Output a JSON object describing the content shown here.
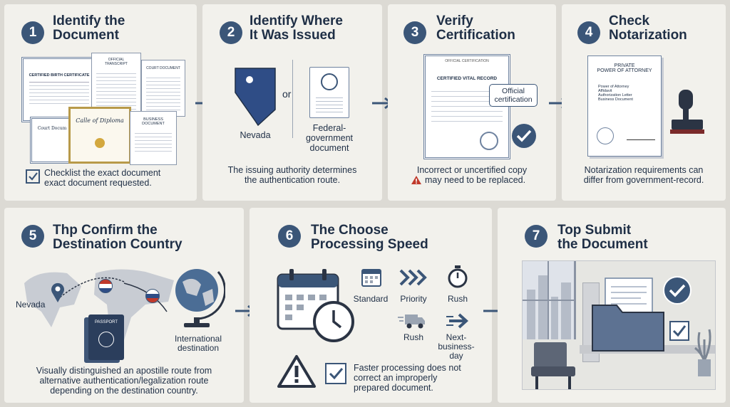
{
  "steps": [
    {
      "number": "1",
      "title_line1": "Identify the",
      "title_line2": "Document",
      "doc_labels": {
        "birth": "CERTIFIED BIRTH CERTIFICATE",
        "transcript_1": "OFFICIAL",
        "transcript_2": "TRANSCRIPT",
        "court": "COURT DOCUMENT",
        "diploma": "Calle of Diploma",
        "court2": "Court Docum",
        "business_1": "BUSINESS",
        "business_2": "DOCUMENT"
      },
      "caption_line1": "Checklist the exact document",
      "caption_line2": "exact document requested."
    },
    {
      "number": "2",
      "title_line1": "Identify Where",
      "title_line2": "It Was Issued",
      "state_label": "Nevada",
      "or_label": "or",
      "federal_line1": "Federal-",
      "federal_line2": "government",
      "federal_line3": "document",
      "caption_line1": "The issuing authority determines",
      "caption_line2": "the authentication route."
    },
    {
      "number": "3",
      "title_line1": "Verify",
      "title_line2": "Certification",
      "record_title": "CERTIFIED VITAL RECORD",
      "record_header": "OFFICIAL CERTIFICATION",
      "badge_line1": "Official",
      "badge_line2": "certification",
      "caption_line1": "Incorrect or uncertified copy",
      "caption_line2": "may need to be replaced."
    },
    {
      "number": "4",
      "title_line1": "Check",
      "title_line2": "Notarization",
      "doc_title1": "PRIVATE",
      "doc_title2": "POWER OF ATTORNEY",
      "doc_items": [
        "Power of Attorney",
        "Affidavit",
        "Authorization Letter",
        "Business Document"
      ],
      "caption_line1": "Notarization requirements can",
      "caption_line2": "differ from government-record."
    },
    {
      "number": "5",
      "title_line1": "Thp Confirm the",
      "title_line2": "Destination Country",
      "origin_label": "Nevada",
      "passport_label": "PASSPORT",
      "dest_line1": "International",
      "dest_line2": "destination",
      "caption_line1": "Visually distinguished an apostille route from",
      "caption_line2": "alternative authentication/legalization route",
      "caption_line3": "depending on the destination country."
    },
    {
      "number": "6",
      "title_line1": "The Choose",
      "title_line2": "Processing Speed",
      "speed_standard": "Standard",
      "speed_priority": "Priority",
      "speed_rush": "Rush",
      "speed_rush2": "Rush",
      "next_line1": "Next-",
      "next_line2": "business-",
      "next_line3": "day",
      "caption_line1": "Faster processing does not",
      "caption_line2": "correct an improperly",
      "caption_line3": "prepared document."
    },
    {
      "number": "7",
      "title_line1": "Top Submit",
      "title_line2": "the Document"
    }
  ],
  "colors": {
    "accent": "#3b5678",
    "dark": "#1f2f46",
    "warning": "#c0392b",
    "panel": "#f2f1ec"
  }
}
